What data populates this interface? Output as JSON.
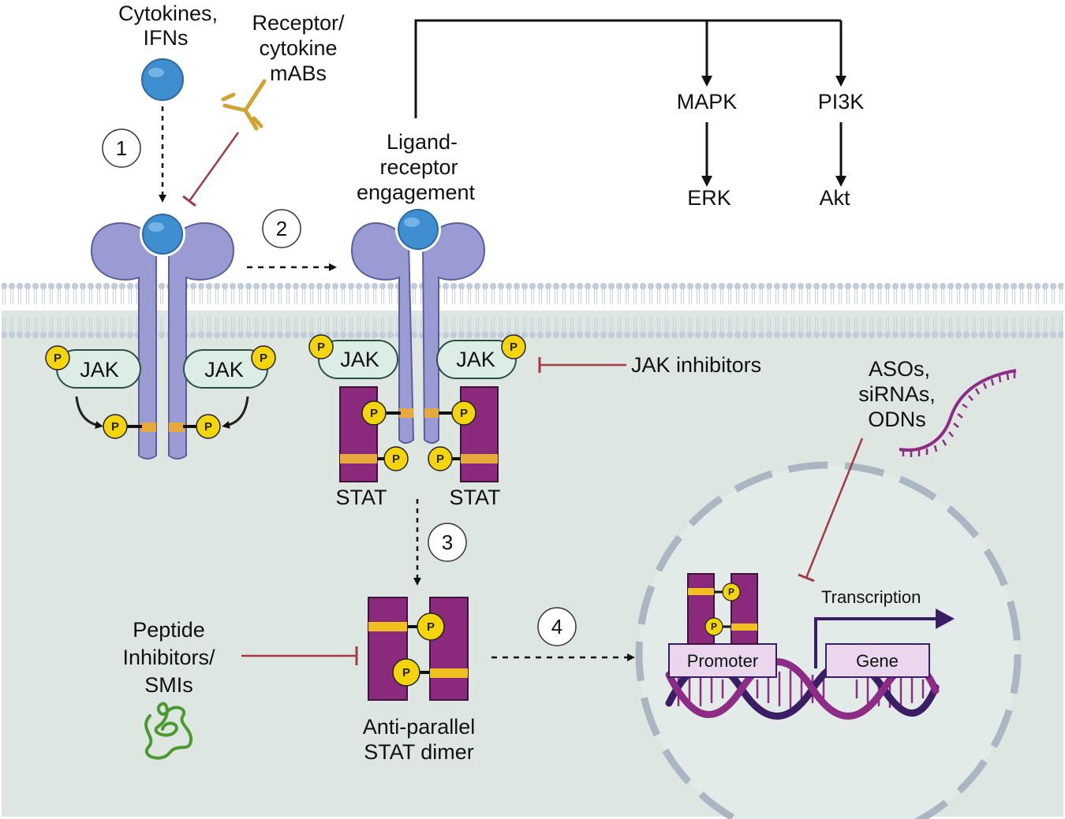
{
  "labels": {
    "cytokines": [
      "Cytokines,",
      "IFNs"
    ],
    "mabs": [
      "Receptor/",
      "cytokine",
      "mABs"
    ],
    "ligand": [
      "Ligand-",
      "receptor",
      "engagement"
    ],
    "mapk": "MAPK",
    "pi3k": "PI3K",
    "erk": "ERK",
    "akt": "Akt",
    "jak": "JAK",
    "jak_inhibitors": "JAK inhibitors",
    "stat": "STAT",
    "oligos": [
      "ASOs,",
      "siRNAs,",
      "ODNs"
    ],
    "peptide": [
      "Peptide",
      "Inhibitors/",
      "SMIs"
    ],
    "dimer": [
      "Anti-parallel",
      "STAT dimer"
    ],
    "transcription": "Transcription",
    "promoter": "Promoter",
    "gene": "Gene",
    "phospho": "P"
  },
  "steps": [
    "1",
    "2",
    "3",
    "4"
  ],
  "colors": {
    "receptor": "#9a9bd3",
    "receptor_stroke": "#5c5d9e",
    "ligand": "#3f8ed0",
    "jak_fill": "#dcede6",
    "stat": "#8b2a7d",
    "phospho": "#f4d50b",
    "band": "#e8a93c",
    "inhibit": "#a33a43",
    "cytoplasm": "#dde6e1",
    "nucleus": "#e3ebe8",
    "promoter_box": "#ead7ee",
    "dna_dark": "#3b1d66",
    "dna_light": "#8d2b86",
    "peptide": "#4a9a2f",
    "antibody": "#d2a233"
  }
}
